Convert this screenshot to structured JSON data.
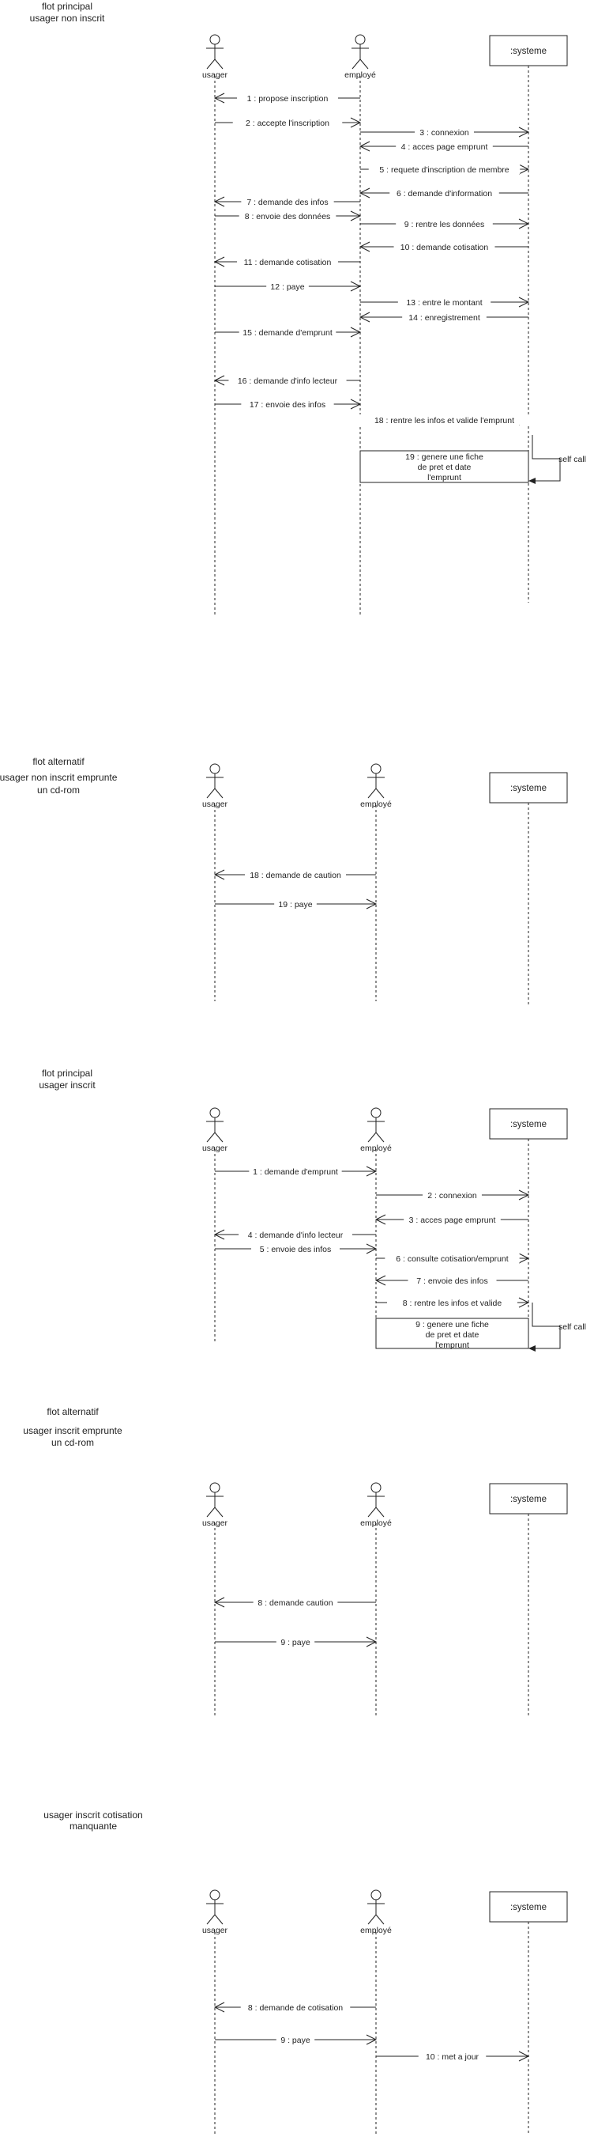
{
  "sections": [
    {
      "heading_lines": [
        "flot principal",
        "usager non inscrit"
      ],
      "actors": [
        "usager",
        "employé"
      ],
      "system_label": ":systeme",
      "messages": [
        {
          "label": "1 : propose inscription",
          "from": "employe",
          "to": "usager"
        },
        {
          "label": "2 : accepte l'inscription",
          "from": "usager",
          "to": "employe"
        },
        {
          "label": "3 : connexion",
          "from": "employe",
          "to": "systeme"
        },
        {
          "label": "4 : acces page emprunt",
          "from": "systeme",
          "to": "employe"
        },
        {
          "label": "5 : requete d'inscription de membre",
          "from": "employe",
          "to": "systeme"
        },
        {
          "label": "6 : demande d'information",
          "from": "systeme",
          "to": "employe"
        },
        {
          "label": "7 : demande des infos",
          "from": "employe",
          "to": "usager"
        },
        {
          "label": "8 : envoie des données",
          "from": "usager",
          "to": "employe"
        },
        {
          "label": "9 : rentre les données",
          "from": "employe",
          "to": "systeme"
        },
        {
          "label": "10 : demande cotisation",
          "from": "systeme",
          "to": "employe"
        },
        {
          "label": "11 : demande cotisation",
          "from": "employe",
          "to": "usager"
        },
        {
          "label": "12 : paye",
          "from": "usager",
          "to": "employe"
        },
        {
          "label": "13 : entre le montant",
          "from": "employe",
          "to": "systeme"
        },
        {
          "label": "14 : enregistrement",
          "from": "systeme",
          "to": "employe"
        },
        {
          "label": "15 : demande d'emprunt",
          "from": "usager",
          "to": "employe"
        },
        {
          "label": "16 : demande d'info lecteur",
          "from": "employe",
          "to": "usager"
        },
        {
          "label": "17 : envoie des infos",
          "from": "usager",
          "to": "employe"
        },
        {
          "label": "18 : rentre les infos et valide l'emprunt",
          "from": "employe",
          "to": "systeme"
        }
      ],
      "self_call_label": "self call",
      "note_lines": [
        "19 : genere une fiche",
        "de pret et date",
        "l'emprunt"
      ]
    },
    {
      "heading_lines": [
        "flot alternatif",
        "",
        "usager non inscrit emprunte",
        "un cd-rom"
      ],
      "actors": [
        "usager",
        "employé"
      ],
      "system_label": ":systeme",
      "messages": [
        {
          "label": "18 : demande de caution",
          "from": "employe",
          "to": "usager"
        },
        {
          "label": "19 : paye",
          "from": "usager",
          "to": "employe"
        }
      ]
    },
    {
      "heading_lines": [
        "flot principal",
        "usager  inscrit"
      ],
      "actors": [
        "usager",
        "employé"
      ],
      "system_label": ":systeme",
      "messages": [
        {
          "label": "1 : demande d'emprunt",
          "from": "usager",
          "to": "employe"
        },
        {
          "label": "2 : connexion",
          "from": "employe",
          "to": "systeme"
        },
        {
          "label": "3 : acces page emprunt",
          "from": "systeme",
          "to": "employe"
        },
        {
          "label": "4 : demande d'info lecteur",
          "from": "employe",
          "to": "usager"
        },
        {
          "label": "5 : envoie des infos",
          "from": "usager",
          "to": "employe"
        },
        {
          "label": "6 : consulte cotisation/emprunt",
          "from": "employe",
          "to": "systeme"
        },
        {
          "label": "7 : envoie des infos",
          "from": "systeme",
          "to": "employe"
        },
        {
          "label": "8 : rentre les infos et valide",
          "from": "employe",
          "to": "systeme"
        }
      ],
      "self_call_label": "self call",
      "note_lines": [
        "9 : genere une fiche",
        "de pret et date",
        "l'emprunt"
      ]
    },
    {
      "heading_lines": [
        "flot alternatif",
        "",
        "usager inscrit emprunte",
        "un cd-rom"
      ],
      "actors": [
        "usager",
        "employé"
      ],
      "system_label": ":systeme",
      "messages": [
        {
          "label": "8 : demande caution",
          "from": "employe",
          "to": "usager"
        },
        {
          "label": "9 : paye",
          "from": "usager",
          "to": "employe"
        }
      ]
    },
    {
      "heading_lines": [
        "usager inscrit cotisation",
        "manquante"
      ],
      "actors": [
        "usager",
        "employé"
      ],
      "system_label": ":systeme",
      "messages": [
        {
          "label": "8 : demande de cotisation",
          "from": "employe",
          "to": "usager"
        },
        {
          "label": "9 : paye",
          "from": "usager",
          "to": "employe"
        },
        {
          "label": "10 : met a jour",
          "from": "employe",
          "to": "systeme"
        }
      ]
    }
  ]
}
